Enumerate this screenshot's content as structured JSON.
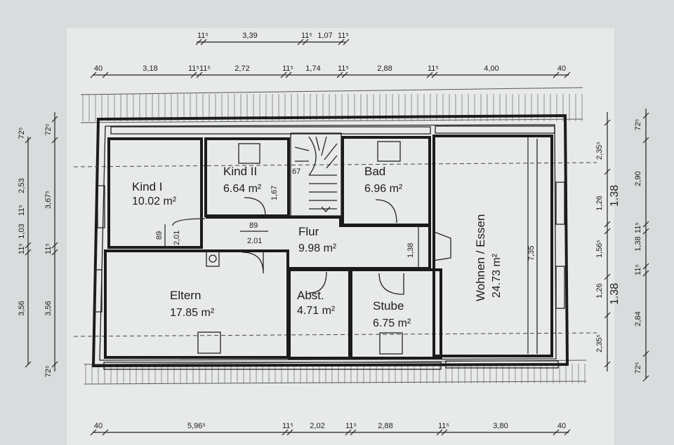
{
  "rooms": [
    {
      "name": "Kind I",
      "area": "10.02 m²"
    },
    {
      "name": "Kind II",
      "area": "6.64 m²"
    },
    {
      "name": "Bad",
      "area": "6.96 m²"
    },
    {
      "name": "Wohnen / Essen",
      "area": "24.73 m²"
    },
    {
      "name": "Flur",
      "area": "9.98 m²"
    },
    {
      "name": "Eltern",
      "area": "17.85 m²"
    },
    {
      "name": "Abst.",
      "area": "4.71 m²"
    },
    {
      "name": "Stube",
      "area": "6.75 m²"
    }
  ],
  "inner_dims": {
    "kind2_door": "67",
    "kind2_small": "1,67",
    "kind1_door": "89",
    "kind1_height": "2,01",
    "flur_door": "89",
    "flur_width": "2.01",
    "flur_passage": "1,38",
    "wohnen_length": "7,35"
  },
  "top_dims": {
    "row1": [
      "11⁵",
      "3,39",
      "11⁵",
      "1,07",
      "11⁵"
    ],
    "row2": [
      "40",
      "3,18",
      "11⁵",
      "11⁵",
      "2,72",
      "11⁵",
      "1,74",
      "11⁵",
      "2,88",
      "11⁵",
      "4,00",
      "40"
    ]
  },
  "bottom_dims": [
    "40",
    "5,96⁵",
    "11⁵",
    "2,02",
    "11⁵",
    "2,88",
    "11⁵",
    "3,80",
    "40"
  ],
  "left_dims": {
    "outer": [
      "3,56",
      "11⁵",
      "1,03",
      "11⁵",
      "2,53",
      "72⁵"
    ],
    "inner": [
      "72⁵",
      "3,56",
      "11⁵",
      "3,67⁵",
      "72⁵"
    ]
  },
  "right_dims": {
    "inner": [
      "2,35⁵",
      "1,26",
      "1,56⁵",
      "1,26",
      "2,35⁵"
    ],
    "middle": [
      "1.38",
      "1.38"
    ],
    "outer": [
      "72⁵",
      "2,90",
      "11⁵",
      "1,38",
      "11⁵",
      "2,84",
      "72⁵"
    ]
  }
}
